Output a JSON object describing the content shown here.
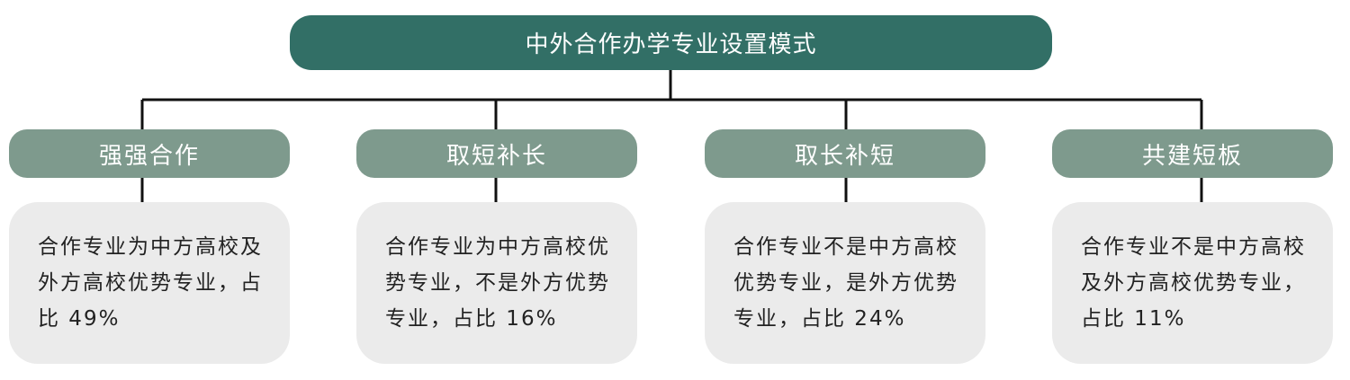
{
  "title": "中外合作办学专业设置模式",
  "branches": [
    {
      "label": "强强合作",
      "text": "合作专业为中方高校及外方高校优势专业，占比 49%"
    },
    {
      "label": "取短补长",
      "text": "合作专业为中方高校优势专业，不是外方优势专业，占比 16%"
    },
    {
      "label": "取长补短",
      "text": "合作专业不是中方高校优势专业，是外方优势专业，占比 24%"
    },
    {
      "label": "共建短板",
      "text": "合作专业不是中方高校及外方高校优势专业，占比 11%"
    }
  ],
  "colors": {
    "root": "#326f66",
    "branch": "#7e9a8d",
    "box": "#ebebeb",
    "line": "#111111"
  }
}
